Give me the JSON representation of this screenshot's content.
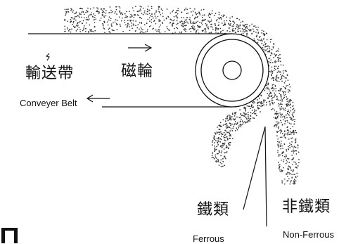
{
  "labels": {
    "conveyor_cn": "輸送帶",
    "magnetic_roller_cn": "磁輪",
    "conveyor_en": "Conveyer Belt",
    "ferrous_cn": "鐵類",
    "ferrous_en": "Ferrous",
    "nonferrous_cn": "非鐵類",
    "nonferrous_en": "Non-Ferrous"
  }
}
